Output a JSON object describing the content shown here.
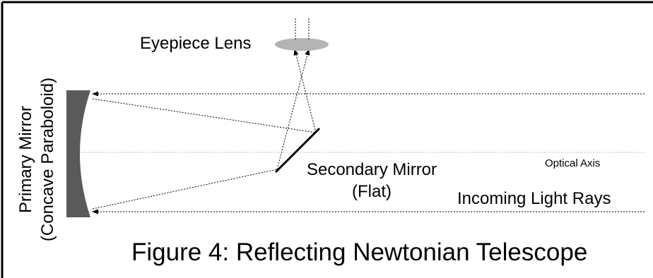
{
  "labels": {
    "eyepiece": "Eyepiece Lens",
    "secondary_line1": "Secondary Mirror",
    "secondary_line2": "(Flat)",
    "optical_axis": "Optical Axis",
    "incoming": "Incoming Light Rays",
    "primary_line1": "Primary Mirror",
    "primary_line2": "(Concave Paraboloid)",
    "caption": "Figure 4: Reflecting Newtonian Telescope"
  },
  "colors": {
    "primary_mirror": "#5a5a5a",
    "eyepiece_lens": "#b4b4b4",
    "rays": "#000000",
    "optical_axis": "#9a9a9a",
    "frame": "#000000"
  }
}
